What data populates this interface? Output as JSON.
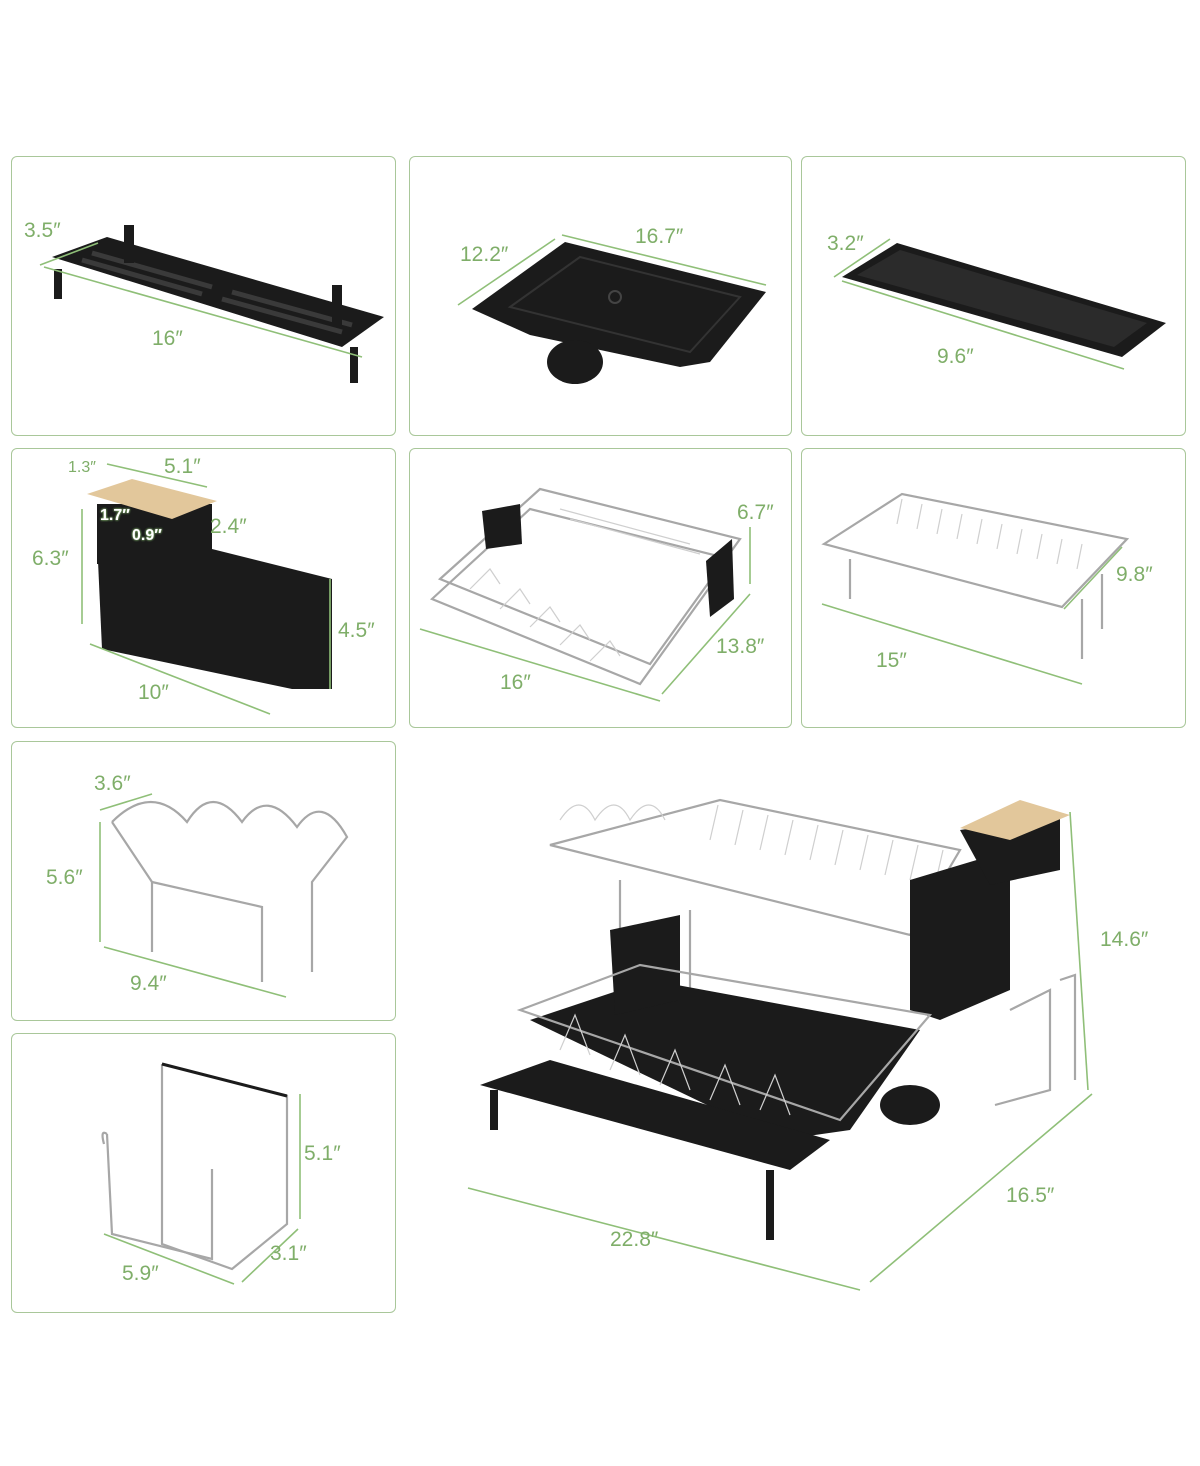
{
  "colors": {
    "border": "#a9c79a",
    "dimension": "#7fae69",
    "part": "#1b1b1b",
    "wire": "#a7a7a7",
    "wood": "#e2c79b"
  },
  "parts": [
    {
      "id": "drain-tray-long",
      "dimensions": [
        "3.5″",
        "16″"
      ]
    },
    {
      "id": "drain-board",
      "dimensions": [
        "12.2″",
        "16.7″"
      ]
    },
    {
      "id": "small-drain-tray",
      "dimensions": [
        "3.2″",
        "9.6″"
      ]
    },
    {
      "id": "utensil-holder",
      "dimensions": [
        "1.3″",
        "5.1″",
        "1.7″",
        "0.9″",
        "2.4″",
        "6.3″",
        "4.5″",
        "10″"
      ]
    },
    {
      "id": "lower-basket",
      "dimensions": [
        "6.7″",
        "13.8″",
        "16″"
      ]
    },
    {
      "id": "upper-dish-rack",
      "dimensions": [
        "9.8″",
        "15″"
      ]
    },
    {
      "id": "cup-holder",
      "dimensions": [
        "3.6″",
        "5.6″",
        "9.4″"
      ]
    },
    {
      "id": "cutting-board-holder",
      "dimensions": [
        "5.1″",
        "3.1″",
        "5.9″"
      ]
    },
    {
      "id": "assembled-rack",
      "dimensions": [
        "14.6″",
        "16.5″",
        "22.8″"
      ]
    }
  ]
}
